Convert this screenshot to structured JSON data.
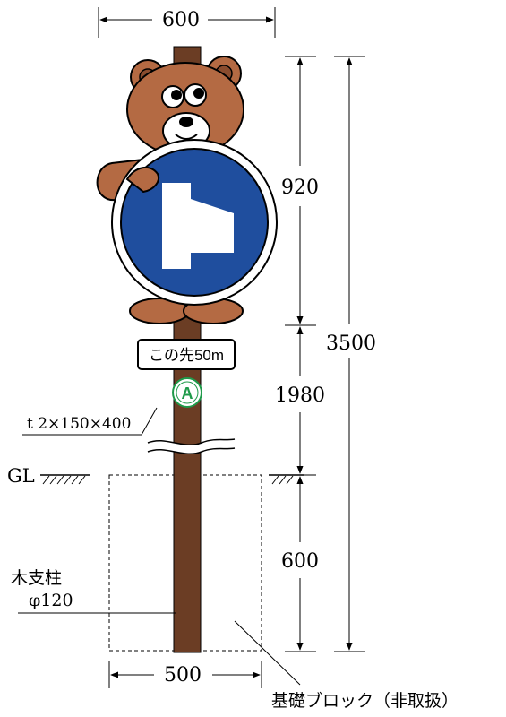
{
  "dimensions": {
    "top_width": "600",
    "sign_height": "920",
    "pole_height": "1980",
    "total_height": "3500",
    "foundation_depth": "600",
    "foundation_width": "500"
  },
  "labels": {
    "plate_spec": "t 2×150×400",
    "ground_line": "GL",
    "support_line1": "木支柱",
    "support_line2": "φ120",
    "foundation": "基礎ブロック（非取扱）"
  },
  "signage": {
    "distance_plate_text": "この先50m",
    "emblem_text": "A"
  },
  "colors": {
    "pole": "#6b3d24",
    "bear": "#b46a43",
    "bear_dark": "#8a4c2e",
    "sign_blue": "#1f4e9e",
    "emblem_green": "#1f9a4a"
  }
}
